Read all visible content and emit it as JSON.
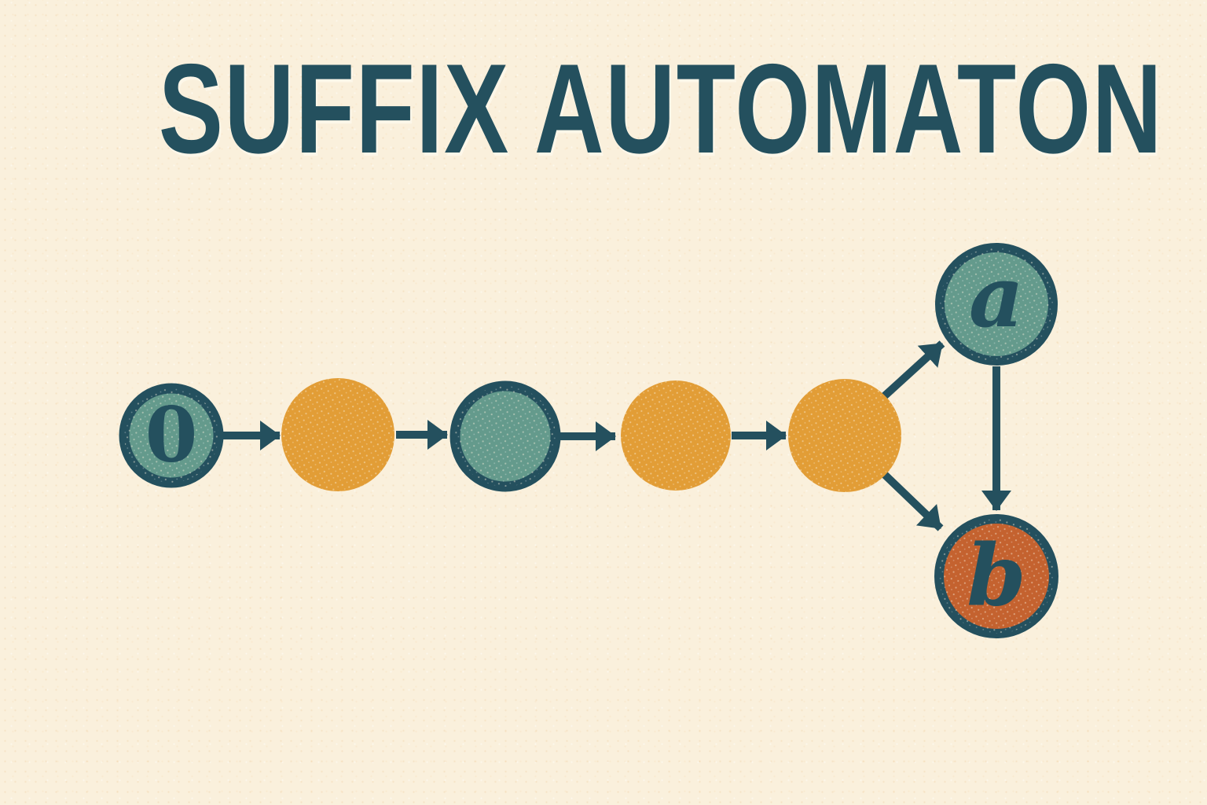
{
  "title": "SUFFIX AUTOMATON",
  "colors": {
    "background": "#faf0dc",
    "ink": "#24505e",
    "teal_node_fill": "#649a8c",
    "orange_node_fill": "#e29d36",
    "rust_node_fill": "#c4622f"
  },
  "graph": {
    "description": "Directed graph of suffix automaton states, left to right chain with branch to states a and b",
    "nodes": [
      {
        "id": "start",
        "label": "0",
        "style": "teal-outlined"
      },
      {
        "id": "n1",
        "label": "",
        "style": "orange-plain"
      },
      {
        "id": "n2",
        "label": "",
        "style": "teal-outlined"
      },
      {
        "id": "n3",
        "label": "",
        "style": "orange-plain"
      },
      {
        "id": "n4",
        "label": "",
        "style": "orange-plain"
      },
      {
        "id": "a",
        "label": "a",
        "style": "teal-outlined"
      },
      {
        "id": "b",
        "label": "b",
        "style": "rust-outlined"
      }
    ],
    "edges": [
      {
        "from": "start",
        "to": "n1"
      },
      {
        "from": "n1",
        "to": "n2"
      },
      {
        "from": "n2",
        "to": "n3"
      },
      {
        "from": "n3",
        "to": "n4"
      },
      {
        "from": "n4",
        "to": "a"
      },
      {
        "from": "n4",
        "to": "b"
      },
      {
        "from": "a",
        "to": "b"
      }
    ]
  }
}
